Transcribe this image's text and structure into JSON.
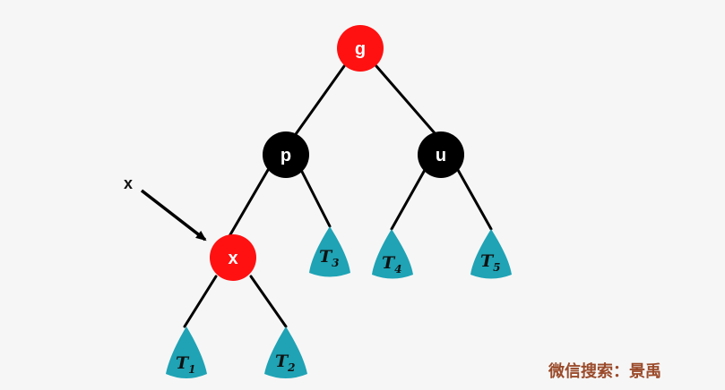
{
  "colors": {
    "red_node": "#ff1111",
    "black_node": "#000000",
    "subtree": "#1fa3b5",
    "edge": "#000000",
    "watermark": "#9a4a2a"
  },
  "nodes": {
    "g": {
      "label": "g",
      "color": "red"
    },
    "p": {
      "label": "p",
      "color": "black"
    },
    "u": {
      "label": "u",
      "color": "black"
    },
    "x": {
      "label": "x",
      "color": "red"
    }
  },
  "subtrees": {
    "t1": {
      "base": "T",
      "sub": "1"
    },
    "t2": {
      "base": "T",
      "sub": "2"
    },
    "t3": {
      "base": "T",
      "sub": "3"
    },
    "t4": {
      "base": "T",
      "sub": "4"
    },
    "t5": {
      "base": "T",
      "sub": "5"
    }
  },
  "pointer": {
    "label": "x"
  },
  "watermark": "微信搜索：景禹"
}
